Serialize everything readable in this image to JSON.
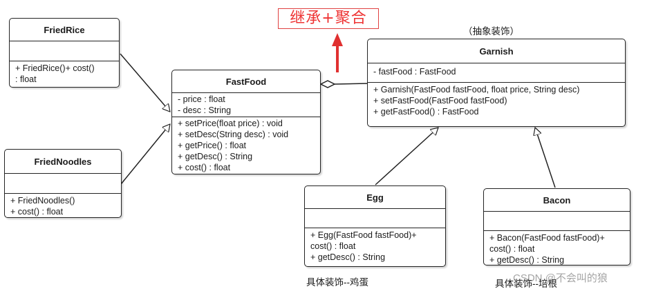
{
  "annotation": {
    "text": "继承+聚合",
    "color": "#e33333"
  },
  "classes": {
    "friedrice": {
      "name": "FriedRice",
      "attributes": [],
      "methods": [
        "+ FriedRice()+ cost()",
        ": float"
      ]
    },
    "friednoodles": {
      "name": "FriedNoodles",
      "attributes": [],
      "methods": [
        "+ FriedNoodles()",
        "+ cost() : float"
      ]
    },
    "fastfood": {
      "name": "FastFood",
      "attributes": [
        "- price : float",
        "- desc : String"
      ],
      "methods": [
        "+ setPrice(float price) : void",
        "+ setDesc(String desc) : void",
        "+ getPrice() : float",
        "+ getDesc() : String",
        "+ cost() : float"
      ]
    },
    "garnish": {
      "name": "Garnish",
      "stereotype": "（抽象装饰）",
      "attributes": [
        "- fastFood : FastFood"
      ],
      "methods": [
        "+ Garnish(FastFood fastFood, float price, String desc)",
        "+ setFastFood(FastFood fastFood)",
        "+ getFastFood() : FastFood"
      ]
    },
    "egg": {
      "name": "Egg",
      "caption": "具体装饰--鸡蛋",
      "attributes": [],
      "methods": [
        "+ Egg(FastFood fastFood)+",
        "cost() : float",
        "+ getDesc() : String"
      ]
    },
    "bacon": {
      "name": "Bacon",
      "caption": "具体装饰--培根",
      "attributes": [],
      "methods": [
        "+ Bacon(FastFood fastFood)+",
        "cost() : float",
        "+ getDesc() : String"
      ]
    }
  },
  "watermark": "CSDN @不会叫的狼",
  "colors": {
    "border": "#222222",
    "arrow": "#e03030"
  }
}
